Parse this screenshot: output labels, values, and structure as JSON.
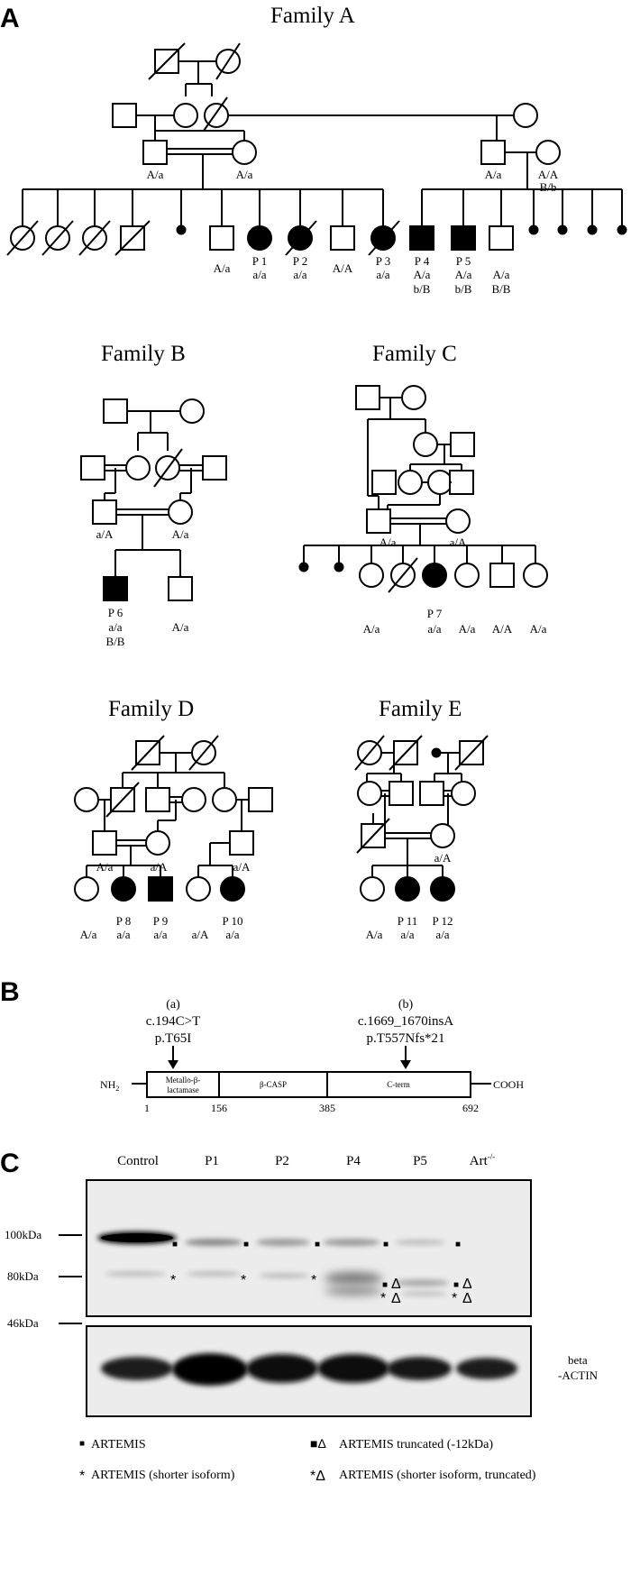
{
  "panels": {
    "a": "A",
    "b": "B",
    "c": "C"
  },
  "families": {
    "a": {
      "title": "Family A",
      "genotypes": {
        "left_father": "A/a",
        "left_mother": "A/a",
        "right_father": "A/a",
        "right_mother_1": "A/A",
        "right_mother_2": "B/b",
        "sib_1": "A/a",
        "sib_2": "A/A",
        "p1_id": "P 1",
        "p1_g": "a/a",
        "p2_id": "P 2",
        "p2_g": "a/a",
        "p3_id": "P 3",
        "p3_g": "a/a",
        "p4_id": "P 4",
        "p4_g1": "A/a",
        "p4_g2": "b/B",
        "p5_id": "P 5",
        "p5_g1": "A/a",
        "p5_g2": "b/B",
        "sib_3_g1": "A/a",
        "sib_3_g2": "B/B"
      }
    },
    "b": {
      "title": "Family B",
      "genotypes": {
        "father": "a/A",
        "mother": "A/a",
        "p6_id": "P 6",
        "p6_g1": "a/a",
        "p6_g2": "B/B",
        "sib": "A/a"
      }
    },
    "c": {
      "title": "Family C",
      "genotypes": {
        "father": "A/a",
        "mother": "a/A",
        "c1": "A/a",
        "p7_id": "P 7",
        "p7_g": "a/a",
        "c2": "A/a",
        "c3": "A/A",
        "c4": "A/a"
      }
    },
    "d": {
      "title": "Family D",
      "genotypes": {
        "father": "A/a",
        "mother": "a/A",
        "r_father": "a/A",
        "c1": "A/a",
        "p8_id": "P 8",
        "p8_g": "a/a",
        "p9_id": "P 9",
        "p9_g": "a/a",
        "c4": "a/A",
        "p10_id": "P 10",
        "p10_g": "a/a"
      }
    },
    "e": {
      "title": "Family E",
      "genotypes": {
        "mother": "a/A",
        "c1": "A/a",
        "p11_id": "P 11",
        "p11_g": "a/a",
        "p12_id": "P 12",
        "p12_g": "a/a"
      }
    }
  },
  "protein": {
    "mut_a_label": "(a)",
    "mut_a_cdna": "c.194C>T",
    "mut_a_protein": "p.T65I",
    "mut_b_label": "(b)",
    "mut_b_cdna": "c.1669_1670insA",
    "mut_b_protein": "p.T557Nfs*21",
    "nterm": "NH",
    "nterm_sub": "2",
    "cterm": "COOH",
    "domain_1_line1": "Metallo-β-",
    "domain_1_line2": "lactamase",
    "domain_2": "β-CASP",
    "domain_3": "C-term",
    "pos_1": "1",
    "pos_2": "156",
    "pos_3": "385",
    "pos_4": "692"
  },
  "blot": {
    "lanes": [
      "Control",
      "P1",
      "P2",
      "P4",
      "P5",
      "Art"
    ],
    "art_sup": "-/-",
    "mw": [
      "100kDa",
      "80kDa",
      "46kDa"
    ],
    "loading_label_1": "beta",
    "loading_label_2": "-ACTIN",
    "marker_square": "■",
    "marker_star": "*",
    "marker_delta": "Δ",
    "legend": [
      {
        "sym": "■",
        "text": "ARTEMIS"
      },
      {
        "sym": "■Δ",
        "text": "ARTEMIS truncated (-12kDa)"
      },
      {
        "sym": "*",
        "text": "ARTEMIS (shorter isoform)"
      },
      {
        "sym": "*Δ",
        "text": "ARTEMIS (shorter isoform, truncated)"
      }
    ]
  },
  "colors": {
    "ink": "#000000",
    "blot_bg": "#ececec"
  }
}
